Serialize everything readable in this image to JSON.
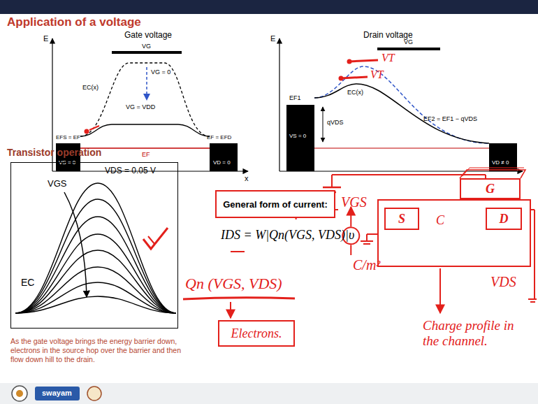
{
  "diagram": {
    "title": "Application of a voltage",
    "caption": "As the gate voltage brings the energy barrier down, electrons in the source hop over the barrier and then flow down hill to the drain.",
    "nodes": [
      {
        "text": [
          "Transistor operation"
        ]
      },
      {
        "text": [
          "General form of current:"
        ]
      },
      {
        "text": [
          "Electrons."
        ]
      },
      {
        "text": [
          "C"
        ]
      },
      {
        "text": [
          "S"
        ],
        "in": 3
      },
      {
        "text": [
          "D"
        ],
        "in": 3
      },
      {
        "text": [
          "G"
        ]
      }
    ],
    "labels": [
      "Gate voltage",
      "Drain voltage",
      "E",
      "x",
      "VG",
      "EC(x)",
      "VG = 0",
      "VG = VDD",
      "EFS = EF",
      "EF = EFD",
      "EF",
      "VS = 0",
      "VD = 0",
      "E",
      "VG",
      "EF1",
      "EC(x)",
      "qVDS",
      "VS = 0",
      "EF2 = EF1 − qVDS",
      "VD ≠ 0",
      "VT",
      "VT",
      "VDS = 0.05 V",
      "VGS",
      "EC",
      "IDS = W|Qn(VGS, VDS)|υ",
      "?",
      "C/m²",
      "Qn (VGS, VDS)",
      "VGS",
      "VDS",
      "Charge profile in the channel.",
      "swayam"
    ]
  }
}
